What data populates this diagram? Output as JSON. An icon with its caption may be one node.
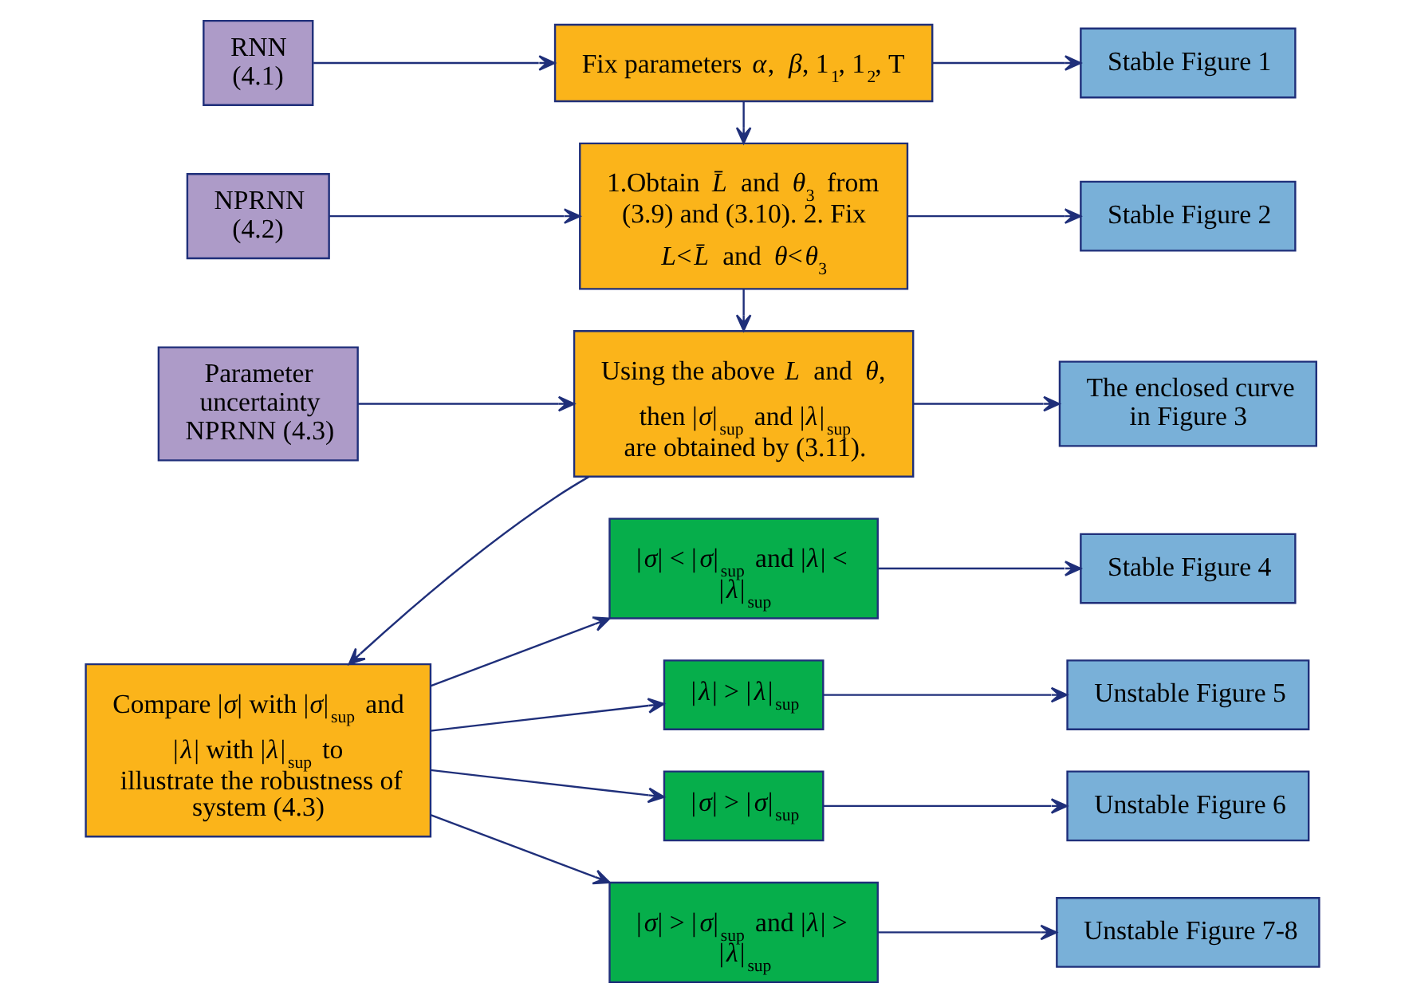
{
  "diagram": {
    "nodes": [
      {
        "text": [
          "RNN (4.1)"
        ]
      },
      {
        "text": [
          "Fix parameters *α*, *β*, 1$_{1}$, 1$_{2}$, T"
        ]
      },
      {
        "text": [
          "Stable Figure 1"
        ]
      },
      {
        "text": [
          "NPRNN (4.2)"
        ]
      },
      {
        "text": [
          "1.Obtain *L̄* and *θ*$_{3}$ from (3.9) and (3.10). 2. Fix *L*<*L̄* and *θ*<*θ*$_{3}$"
        ]
      },
      {
        "text": [
          "Stable Figure 2"
        ]
      },
      {
        "text": [
          "Parameter uncertainty NPRNN (4.3)"
        ]
      },
      {
        "text": [
          "Using the above *L* and *θ*, then |*σ*|$_{sup}$ and |*λ*|$_{sup}$ are obtained by (3.11)."
        ]
      },
      {
        "text": [
          "The enclosed curve in Figure 3"
        ]
      },
      {
        "text": [
          "Compare |*σ*| with |*σ*|$_{sup}$ and |*λ*| with |*λ*|$_{sup}$ to illustrate the robustness of system (4.3)"
        ]
      },
      {
        "text": [
          "|*σ*| < |*σ*|$_{sup}$ and |*λ*| < |*λ*|$_{sup}$"
        ]
      },
      {
        "text": [
          "Stable Figure 4"
        ]
      },
      {
        "text": [
          "|*λ*| > |*λ*|$_{sup}$"
        ]
      },
      {
        "text": [
          "Unstable Figure 5"
        ]
      },
      {
        "text": [
          "|*σ*| > |*σ*|$_{sup}$"
        ]
      },
      {
        "text": [
          "Unstable Figure 6"
        ]
      },
      {
        "text": [
          "|*σ*| > |*σ*|$_{sup}$ and |*λ*| > |*λ*|$_{sup}$"
        ]
      },
      {
        "text": [
          "Unstable Figure 7-8"
        ]
      }
    ],
    "edges": [
      {
        "from": 0,
        "to": 1,
        "arrow": "to"
      },
      {
        "from": 1,
        "to": 2,
        "arrow": "to"
      },
      {
        "from": 1,
        "to": 4,
        "arrow": "to"
      },
      {
        "from": 3,
        "to": 4,
        "arrow": "to"
      },
      {
        "from": 4,
        "to": 5,
        "arrow": "to"
      },
      {
        "from": 4,
        "to": 7,
        "arrow": "to"
      },
      {
        "from": 6,
        "to": 7,
        "arrow": "to"
      },
      {
        "from": 7,
        "to": 8,
        "arrow": "to"
      },
      {
        "from": 7,
        "to": 9,
        "arrow": "to"
      },
      {
        "from": 9,
        "to": 10,
        "arrow": "to"
      },
      {
        "from": 9,
        "to": 12,
        "arrow": "to"
      },
      {
        "from": 9,
        "to": 14,
        "arrow": "to"
      },
      {
        "from": 9,
        "to": 16,
        "arrow": "to"
      },
      {
        "from": 10,
        "to": 11,
        "arrow": "to"
      },
      {
        "from": 12,
        "to": 13,
        "arrow": "to"
      },
      {
        "from": 14,
        "to": 15,
        "arrow": "to"
      },
      {
        "from": 16,
        "to": 17,
        "arrow": "to"
      }
    ]
  }
}
